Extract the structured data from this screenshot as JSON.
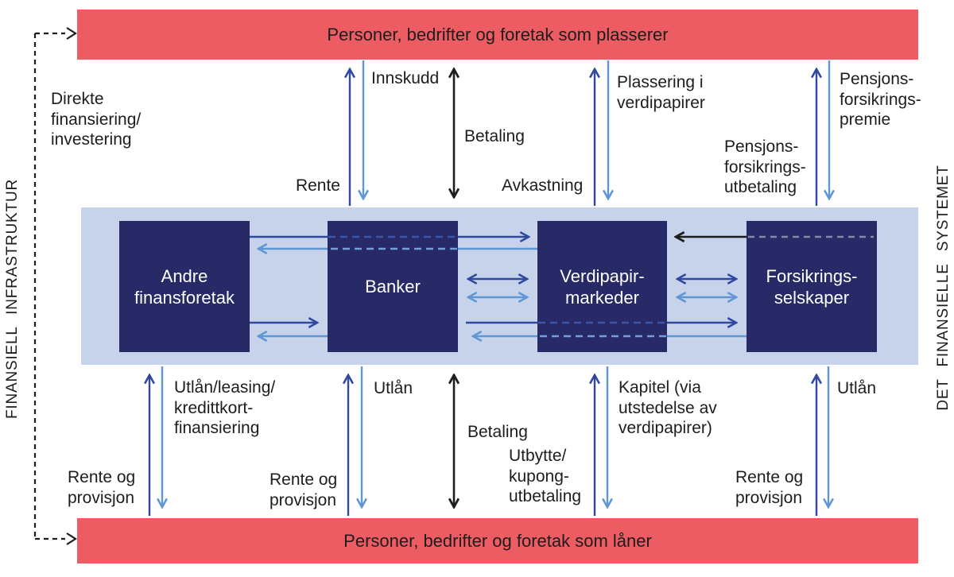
{
  "top_bar": {
    "label": "Personer, bedrifter og foretak som plasserer"
  },
  "bottom_bar": {
    "label": "Personer, bedrifter og foretak som låner"
  },
  "side_labels": {
    "left": "FINANSIELL INFRASTRUKTUR",
    "right": "DET FINANSIELLE SYSTEMET"
  },
  "boxes": {
    "af": {
      "lines": [
        "Andre",
        "finansforetak"
      ]
    },
    "banker": {
      "lines": [
        "Banker"
      ]
    },
    "vm": {
      "lines": [
        "Verdipapir-",
        "markeder"
      ]
    },
    "fs": {
      "lines": [
        "Forsikrings-",
        "selskaper"
      ]
    }
  },
  "flow_labels": {
    "direkte": {
      "lines": [
        "Direkte",
        "finansiering/",
        "investering"
      ]
    },
    "rente": "Rente",
    "innskudd": "Innskudd",
    "betaling_top": "Betaling",
    "avkastning": "Avkastning",
    "plassering": {
      "lines": [
        "Plassering i",
        "verdipapirer"
      ]
    },
    "pensjonsutbetaling": {
      "lines": [
        "Pensjons-",
        "forsikrings-",
        "utbetaling"
      ]
    },
    "pensjonspremie": {
      "lines": [
        "Pensjons-",
        "forsikrings-",
        "premie"
      ]
    },
    "utlan_leasing": {
      "lines": [
        "Utlån/leasing/",
        "kredittkort-",
        "finansiering"
      ]
    },
    "rente_provisjon_af": {
      "lines": [
        "Rente og",
        "provisjon"
      ]
    },
    "utlan_banker": "Utlån",
    "rente_provisjon_banker": {
      "lines": [
        "Rente og",
        "provisjon"
      ]
    },
    "betaling_bottom": "Betaling",
    "utbytte": {
      "lines": [
        "Utbytte/",
        "kupong-",
        "utbetaling"
      ]
    },
    "kapitel": {
      "lines": [
        "Kapitel (via",
        "utstedelse av",
        "verdipapirer)"
      ]
    },
    "rente_provisjon_fs": {
      "lines": [
        "Rente og",
        "provisjon"
      ]
    },
    "utlan_fs": "Utlån"
  },
  "flows": [
    {
      "label": "Direkte finansiering/investering",
      "from": "top-bar",
      "to": "bottom-bar",
      "color": "black",
      "style": "dashed"
    },
    {
      "label": "Innskudd",
      "from": "top-bar",
      "to": "banker",
      "color": "light-blue"
    },
    {
      "label": "Rente",
      "from": "banker",
      "to": "top-bar",
      "color": "dark-blue"
    },
    {
      "label": "Betaling",
      "between": [
        "top-bar",
        "banker"
      ],
      "bidirectional": true,
      "color": "black"
    },
    {
      "label": "Plassering i verdipapirer",
      "from": "top-bar",
      "to": "verdipapirmarkeder",
      "color": "light-blue"
    },
    {
      "label": "Avkastning",
      "from": "verdipapirmarkeder",
      "to": "top-bar",
      "color": "dark-blue"
    },
    {
      "label": "Pensjonsforsikringspremie",
      "from": "top-bar",
      "to": "forsikringsselskaper",
      "color": "light-blue"
    },
    {
      "label": "Pensjonsforsikringsutbetaling",
      "from": "forsikringsselskaper",
      "to": "top-bar",
      "color": "dark-blue"
    },
    {
      "from": "andre-finansforetak",
      "to": "verdipapirmarkeder",
      "color": "dark-blue",
      "style": "dashed-through-banker"
    },
    {
      "from": "verdipapirmarkeder",
      "to": "andre-finansforetak",
      "color": "light-blue",
      "style": "dashed-through-banker"
    },
    {
      "from": "forsikringsselskaper",
      "to": "verdipapirmarkeder",
      "color": "black",
      "style": "dashed-inside-forsikringsselskaper"
    },
    {
      "between": [
        "banker",
        "verdipapirmarkeder"
      ],
      "bidirectional": true,
      "color": "dark-blue"
    },
    {
      "between": [
        "banker",
        "verdipapirmarkeder"
      ],
      "bidirectional": true,
      "color": "light-blue"
    },
    {
      "between": [
        "verdipapirmarkeder",
        "forsikringsselskaper"
      ],
      "bidirectional": true,
      "color": "dark-blue"
    },
    {
      "between": [
        "verdipapirmarkeder",
        "forsikringsselskaper"
      ],
      "bidirectional": true,
      "color": "light-blue"
    },
    {
      "from": "andre-finansforetak",
      "to": "banker",
      "color": "dark-blue"
    },
    {
      "from": "banker",
      "to": "andre-finansforetak",
      "color": "light-blue"
    },
    {
      "from": "banker",
      "to": "forsikringsselskaper",
      "color": "dark-blue",
      "style": "dashed-through-verdipapirmarkeder"
    },
    {
      "from": "forsikringsselskaper",
      "to": "banker",
      "color": "light-blue",
      "style": "dashed-through-verdipapirmarkeder"
    },
    {
      "label": "Utlån/leasing/kredittkortfinansiering",
      "from": "andre-finansforetak",
      "to": "bottom-bar",
      "color": "light-blue"
    },
    {
      "label": "Rente og provisjon",
      "from": "bottom-bar",
      "to": "andre-finansforetak",
      "color": "dark-blue"
    },
    {
      "label": "Utlån",
      "from": "banker",
      "to": "bottom-bar",
      "color": "light-blue"
    },
    {
      "label": "Rente og provisjon",
      "from": "bottom-bar",
      "to": "banker",
      "color": "dark-blue"
    },
    {
      "label": "Betaling",
      "between": [
        "banker",
        "bottom-bar"
      ],
      "bidirectional": true,
      "color": "black"
    },
    {
      "label": "Kapitel (via utstedelse av verdipapirer)",
      "from": "bottom-bar",
      "to": "verdipapirmarkeder",
      "color": "light-blue"
    },
    {
      "label": "Utbytte/kupongutbetaling",
      "from": "verdipapirmarkeder",
      "to": "bottom-bar",
      "color": "dark-blue"
    },
    {
      "label": "Utlån",
      "from": "forsikringsselskaper",
      "to": "bottom-bar",
      "color": "light-blue"
    },
    {
      "label": "Rente og provisjon",
      "from": "bottom-bar",
      "to": "forsikringsselskaper",
      "color": "dark-blue"
    }
  ],
  "colors": {
    "bar_red": "#ee5c63",
    "band_blue": "#c6d3eb",
    "box_navy": "#282a67",
    "arrow_dark_blue": "#30489e",
    "arrow_light_blue": "#5f97d5",
    "arrow_black": "#1d1d1b",
    "dash_dark_blue": "#3c55ab",
    "dash_light_blue": "#6fa0da",
    "dash_gray": "#7e8ca3",
    "text": "#1d1d1b"
  }
}
